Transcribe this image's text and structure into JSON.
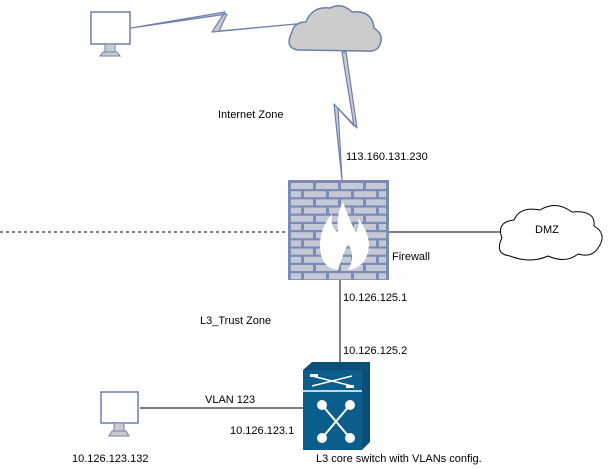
{
  "labels": {
    "internet_zone": "Internet Zone",
    "wan_ip": "113.160.131.230",
    "firewall": "Firewall",
    "dmz": "DMZ",
    "fw_inside_ip": "10.126.125.1",
    "trust_zone": "L3_Trust Zone",
    "switch_uplink_ip": "10.126.125.2",
    "vlan": "VLAN 123",
    "vlan_gateway_ip": "10.126.123.1",
    "host_ip": "10.126.123.132",
    "switch": "L3 core switch with VLANs config."
  },
  "colors": {
    "cloud_fill": "#cccccc",
    "cloud_stroke": "#6c7fb0",
    "firewall_fill": "#7b8bb8",
    "brick_fill": "#c5c9d6",
    "switch_fill": "#0b5e8c"
  }
}
